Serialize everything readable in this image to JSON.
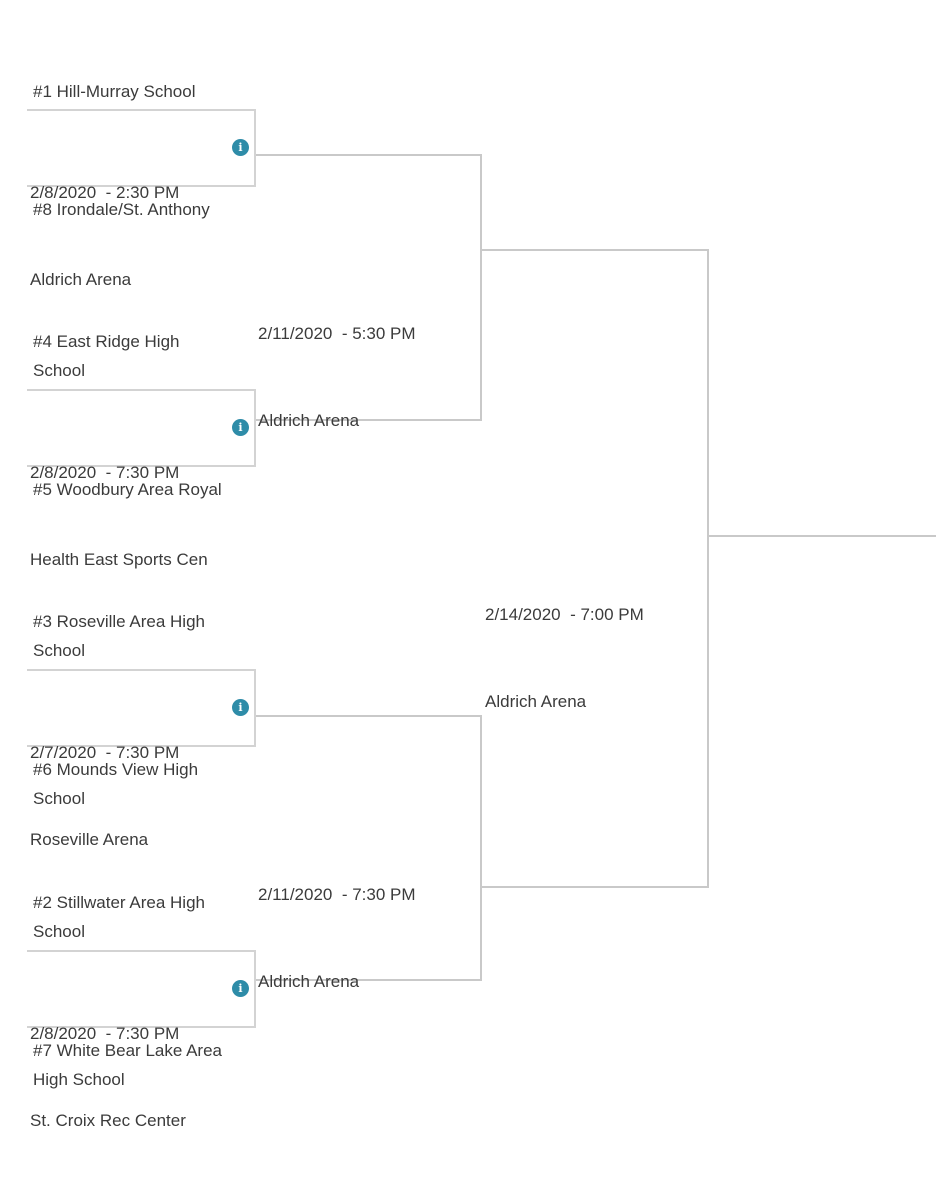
{
  "colors": {
    "text": "#3b3b3b",
    "line": "#c9c9c9",
    "box_border": "#d3d3d3",
    "info_bg": "#2e8ca8",
    "info_fg": "#ffffff",
    "bg": "#ffffff"
  },
  "icons": {
    "info_glyph": "i"
  },
  "bracket": {
    "teams": {
      "seed1": "#1 Hill-Murray School",
      "seed8": "#8 Irondale/St. Anthony",
      "seed4": "#4 East Ridge High School",
      "seed5": "#5 Woodbury Area Royal",
      "seed3": "#3 Roseville Area High School",
      "seed6": "#6 Mounds View High School",
      "seed2": "#2 Stillwater Area High School",
      "seed7": "#7 White Bear Lake Area High School"
    },
    "games": {
      "qf1": {
        "date": "2/8/2020  - 2:30 PM",
        "venue": "Aldrich Arena"
      },
      "qf2": {
        "date": "2/8/2020  - 7:30 PM",
        "venue": "Health East Sports Cen"
      },
      "qf3": {
        "date": "2/7/2020  - 7:30 PM",
        "venue": "Roseville Arena"
      },
      "qf4": {
        "date": "2/8/2020  - 7:30 PM",
        "venue": "St. Croix Rec Center"
      },
      "sf1": {
        "date": "2/11/2020  - 5:30 PM",
        "venue": "Aldrich Arena"
      },
      "sf2": {
        "date": "2/11/2020  - 7:30 PM",
        "venue": "Aldrich Arena"
      },
      "final": {
        "date": "2/14/2020  - 7:00 PM",
        "venue": "Aldrich Arena"
      }
    }
  }
}
